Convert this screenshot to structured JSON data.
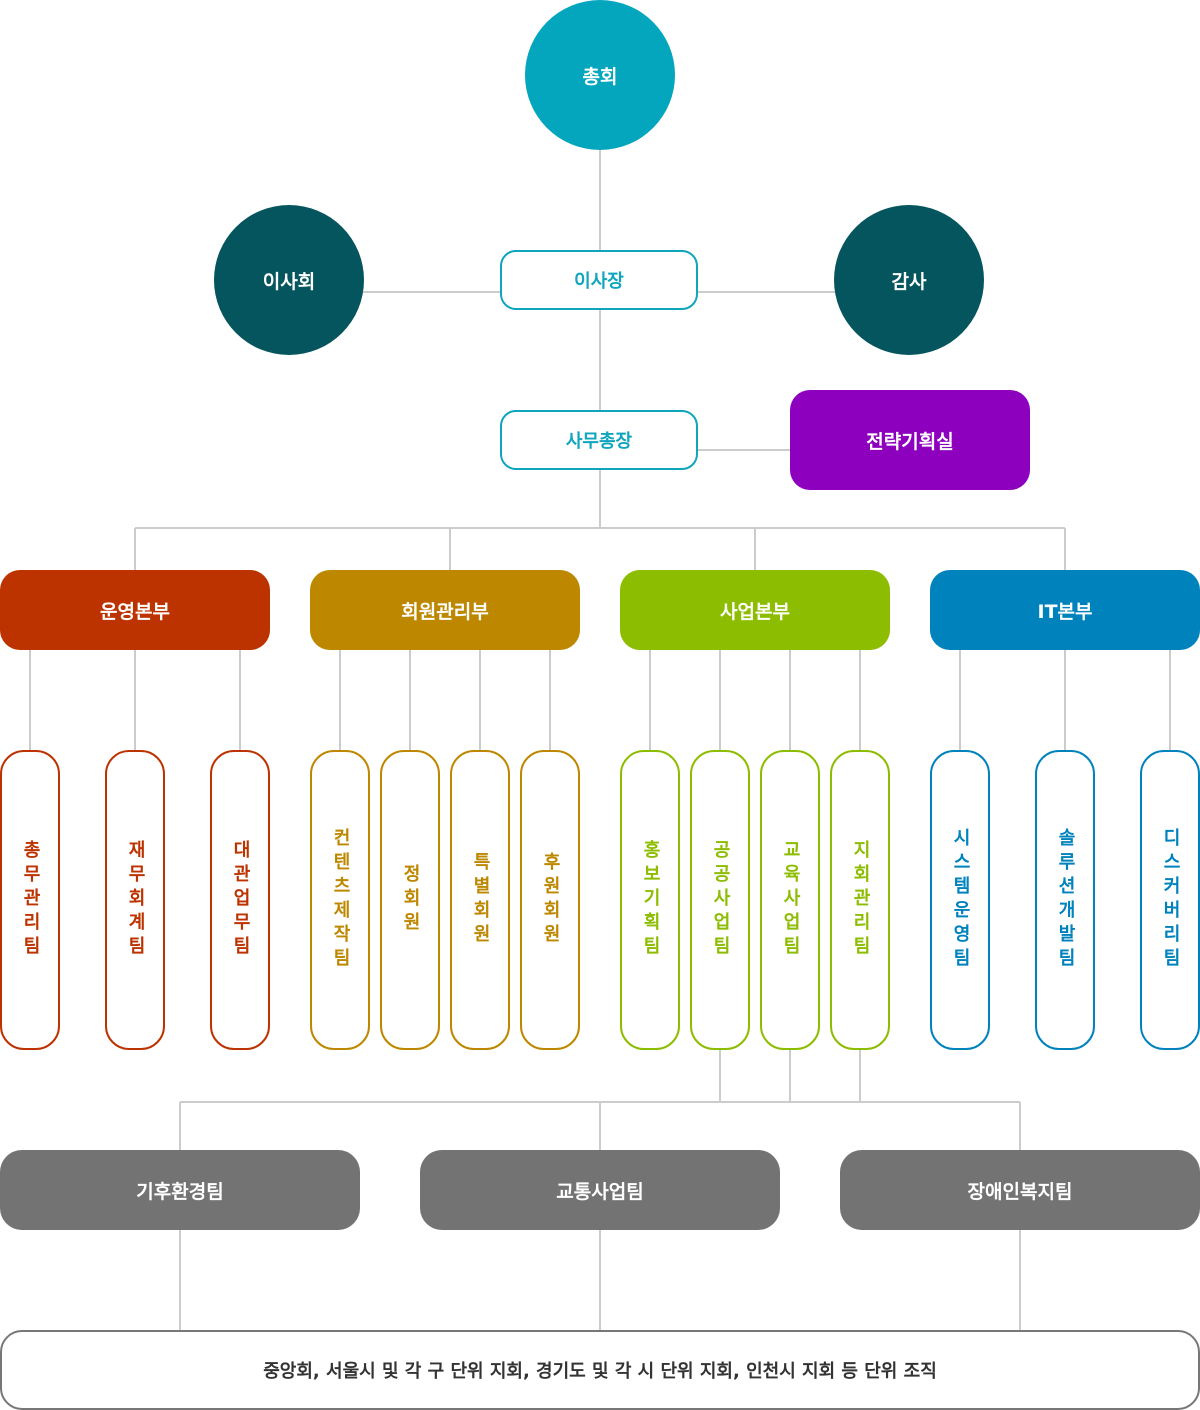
{
  "top": {
    "general_assembly": "총회",
    "board": "이사회",
    "president": "이사장",
    "auditor": "감사",
    "secretary_general": "사무총장",
    "strategy_office": "전략기획실"
  },
  "colors": {
    "teal": "#04a6be",
    "dark_teal": "#04555e",
    "purple": "#8d00bd",
    "operations": "#bd3300",
    "membership": "#bd8800",
    "business": "#8dbd00",
    "it": "#0082bd",
    "grey": "#737373",
    "line": "#cccccc"
  },
  "departments": [
    {
      "name": "운영본부",
      "teams": [
        "총무관리팀",
        "재무회계팀",
        "대관업무팀"
      ]
    },
    {
      "name": "회원관리부",
      "teams": [
        "컨텐츠제작팀",
        "정회원",
        "특별회원",
        "후원회원"
      ]
    },
    {
      "name": "사업본부",
      "teams": [
        "홍보기획팀",
        "공공사업팀",
        "교육사업팀",
        "지회관리팀"
      ]
    },
    {
      "name": "IT본부",
      "teams": [
        "시스템운영팀",
        "솔루션개발팀",
        "디스커버리팀"
      ]
    }
  ],
  "project_teams": [
    "기후환경팀",
    "교통사업팀",
    "장애인복지팀"
  ],
  "branches": "중앙회, 서울시 및 각 구 단위 지회, 경기도 및 각 시 단위 지회, 인천시 지회 등 단위 조직"
}
